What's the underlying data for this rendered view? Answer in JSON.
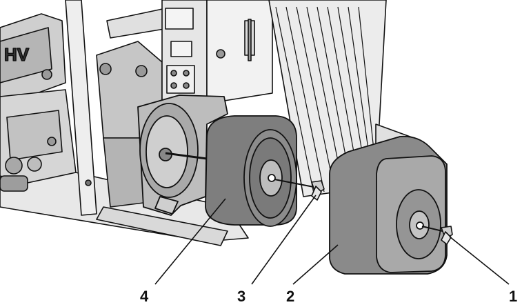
{
  "callouts": [
    {
      "id": "1",
      "label": "1"
    },
    {
      "id": "2",
      "label": "2"
    },
    {
      "id": "3",
      "label": "3"
    },
    {
      "id": "4",
      "label": "4"
    }
  ],
  "engine": {
    "badge_text": "HV"
  },
  "colors": {
    "line": "#111111",
    "cover_fill": "#8a8a8a",
    "cover_face": "#a9a9a9",
    "filter_fill": "#7e7e7e",
    "metal_light": "#f2f2f2",
    "metal_mid": "#cfcfcf",
    "metal_dark": "#9a9a9a",
    "housing_fill": "#bdbdbd"
  }
}
